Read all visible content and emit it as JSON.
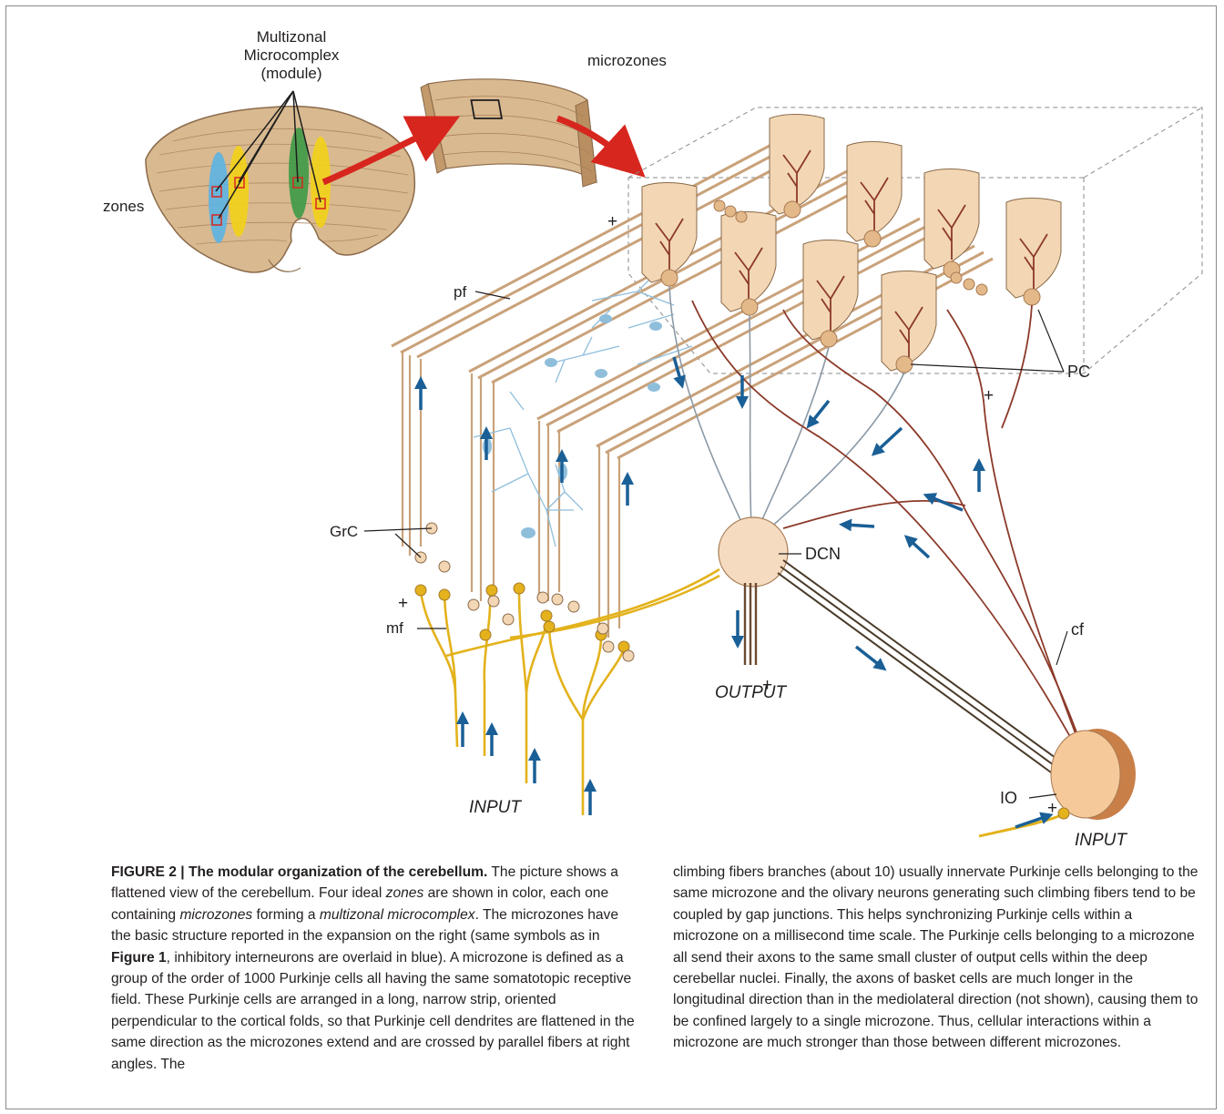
{
  "figure": {
    "labels": {
      "module_title_line1": "Multizonal",
      "module_title_line2": "Microcomplex",
      "module_title_line3": "(module)",
      "microzones": "microzones",
      "zones": "zones",
      "pf": "pf",
      "grc": "GrC",
      "mf": "mf",
      "pc": "PC",
      "dcn": "DCN",
      "cf": "cf",
      "io": "IO",
      "output": "OUTPUT",
      "input_left": "INPUT",
      "input_right": "INPUT",
      "plus": "+"
    },
    "colors": {
      "cerebellum_fill": "#d9b990",
      "zone_blue": "#5bb4e3",
      "zone_yellow": "#f2d21a",
      "zone_green": "#3d9a47",
      "arrow_red": "#d7261e",
      "purkinje_fill": "#f3d7b4",
      "dendrite": "#8c3a2a",
      "fiber_tan": "#c9a27a",
      "mossy_yellow": "#e3b21c",
      "interneuron_blue": "#8fbedb",
      "flow_arrow": "#1a5f96",
      "nucleus_fill": "#f5dcc0",
      "io_dark": "#c97f48"
    }
  },
  "caption": {
    "title": "FIGURE 2 | The modular organization of the cerebellum.",
    "left": [
      {
        "t": " The picture shows a flattened view of the cerebellum. Four ideal "
      },
      {
        "t": "zones",
        "s": "em"
      },
      {
        "t": " are shown in color, each one containing "
      },
      {
        "t": "microzones",
        "s": "em"
      },
      {
        "t": " forming a "
      },
      {
        "t": "multizonal microcomplex",
        "s": "em"
      },
      {
        "t": ". The microzones have the basic structure reported in the expansion on the right (same symbols as in "
      },
      {
        "t": "Figure 1",
        "s": "bold"
      },
      {
        "t": ", inhibitory interneurons are overlaid in blue). A microzone is defined as a group of the order of 1000 Purkinje cells all having the same somatotopic receptive field. These Purkinje cells are arranged in a long, narrow strip, oriented perpendicular to the cortical folds, so that Purkinje cell dendrites are flattened in the same direction as the microzones extend and are crossed by parallel fibers at right angles. The"
      }
    ],
    "right": "climbing fibers branches (about 10) usually innervate Purkinje cells belonging to the same microzone and the olivary neurons generating such climbing fibers tend to be coupled by gap junctions. This helps synchronizing Purkinje cells within a microzone on a millisecond time scale. The Purkinje cells belonging to a microzone all send their axons to the same small cluster of output cells within the deep cerebellar nuclei. Finally, the axons of basket cells are much longer in the longitudinal direction than in the mediolateral direction (not shown), causing them to be confined largely to a single microzone. Thus, cellular interactions within a microzone are much stronger than those between different microzones."
  }
}
